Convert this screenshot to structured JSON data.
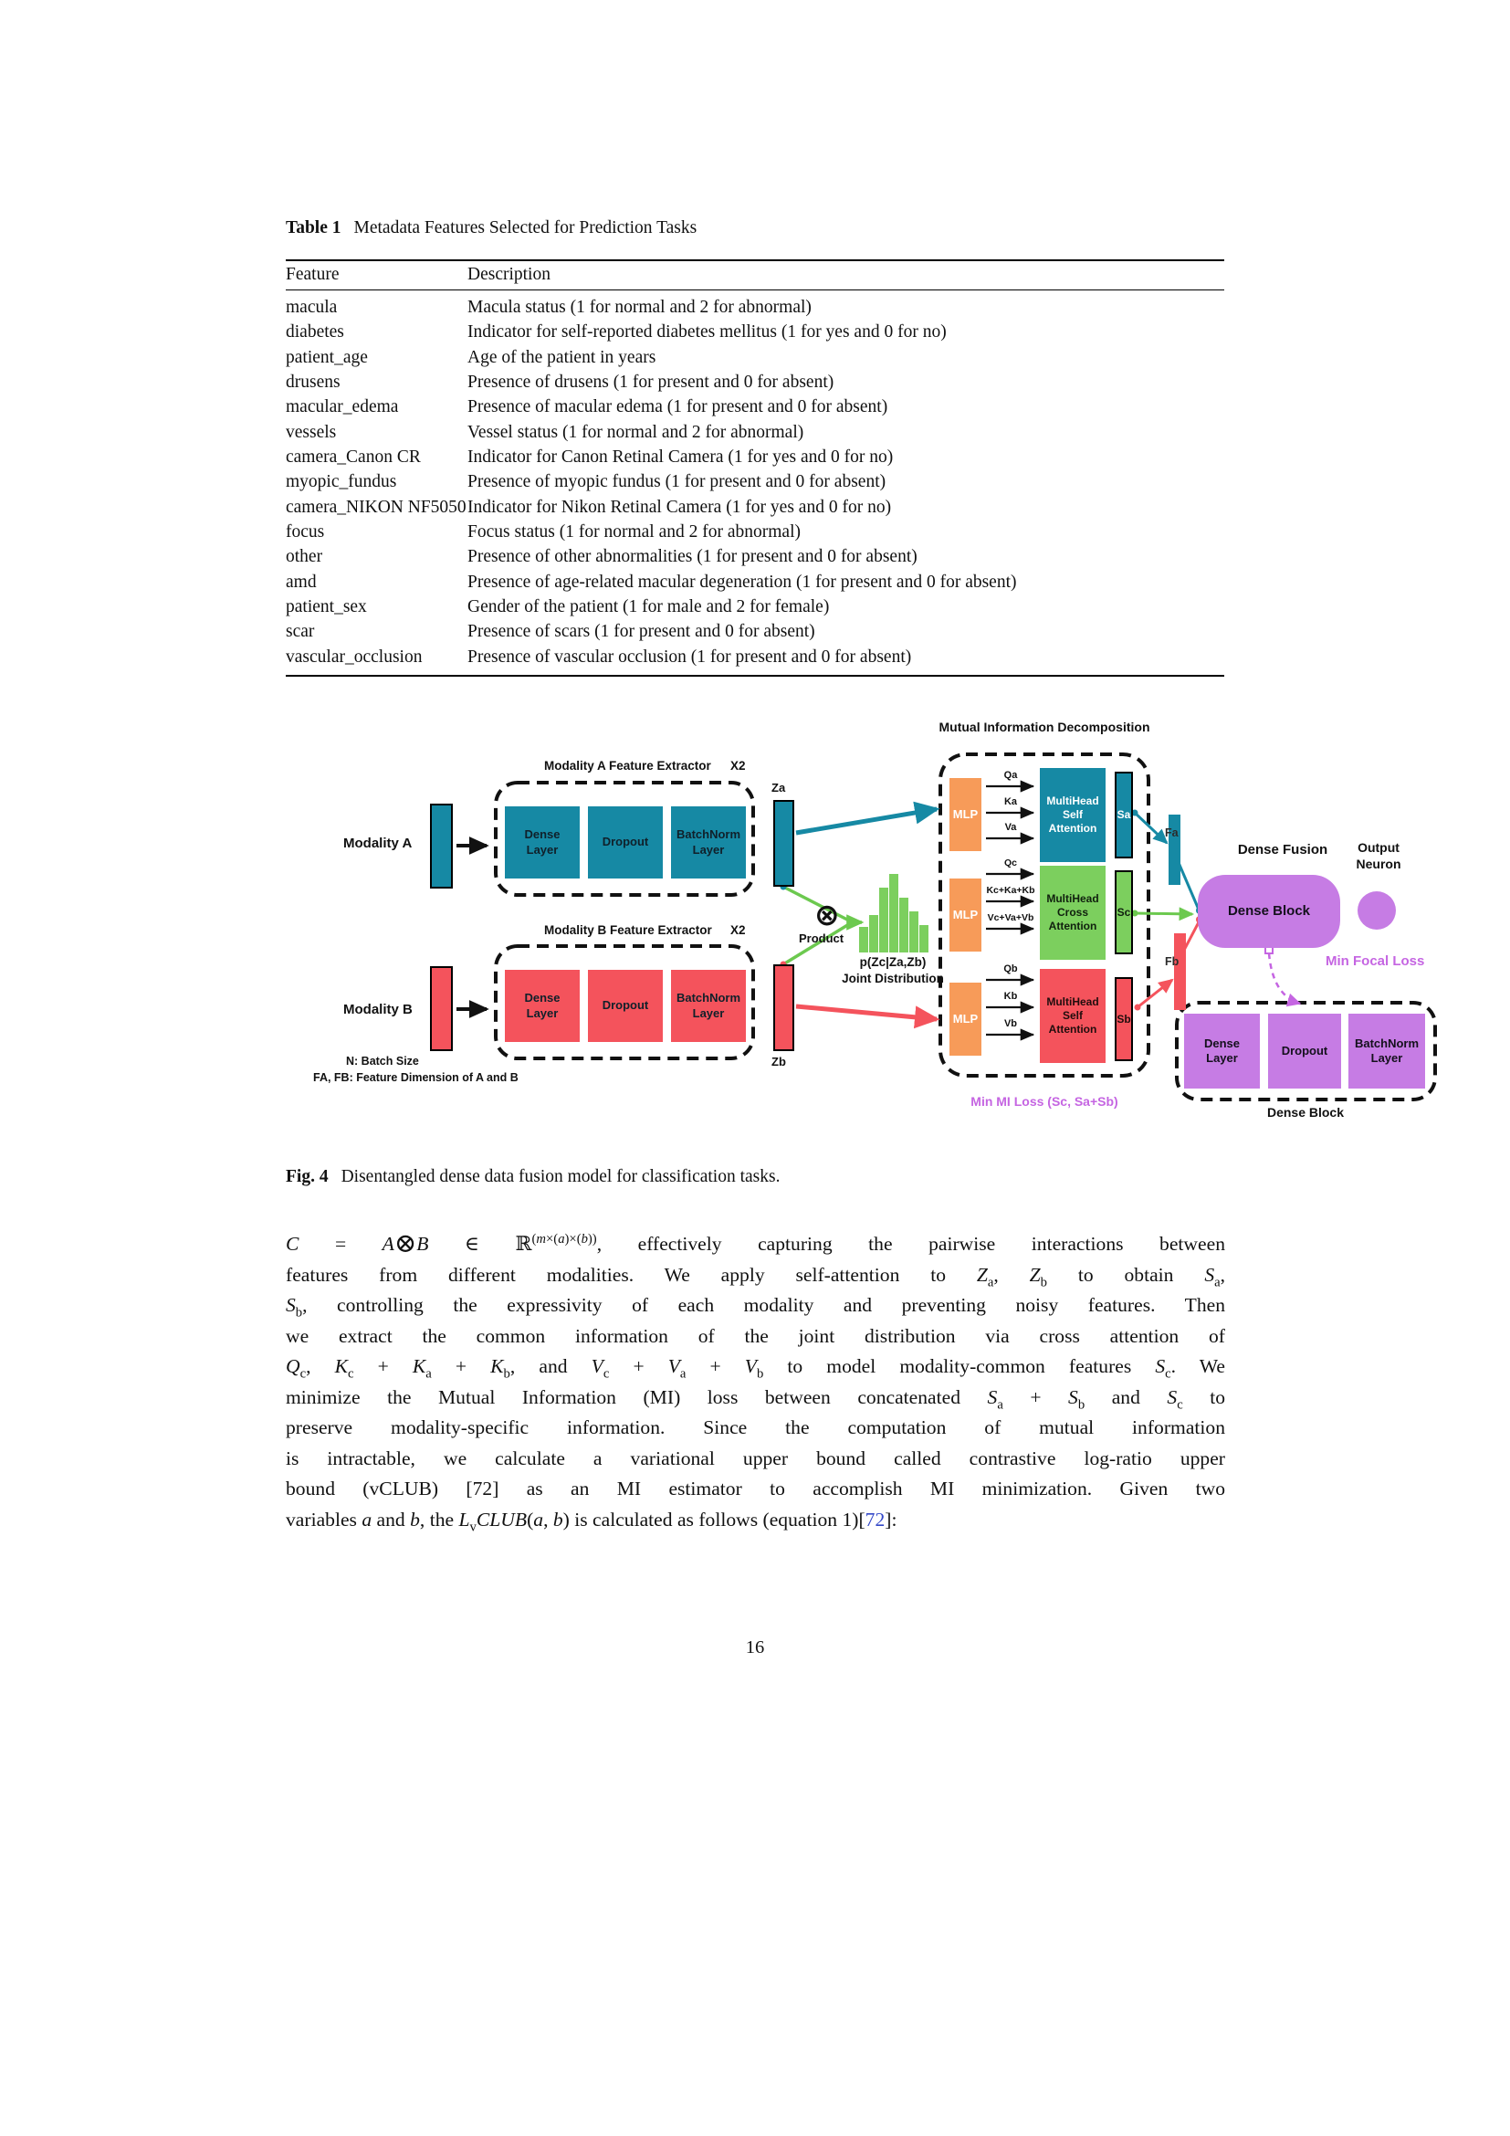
{
  "page": {
    "number": "16"
  },
  "table": {
    "label": "Table 1",
    "caption": "Metadata Features Selected for Prediction Tasks",
    "columns": [
      "Feature",
      "Description"
    ],
    "rows": [
      [
        "macula",
        "Macula status (1 for normal and 2 for abnormal)"
      ],
      [
        "diabetes",
        "Indicator for self-reported diabetes mellitus (1 for yes and 0 for no)"
      ],
      [
        "patient_age",
        "Age of the patient in years"
      ],
      [
        "drusens",
        "Presence of drusens (1 for present and 0 for absent)"
      ],
      [
        "macular_edema",
        "Presence of macular edema (1 for present and 0 for absent)"
      ],
      [
        "vessels",
        "Vessel status (1 for normal and 2 for abnormal)"
      ],
      [
        "camera_Canon CR",
        "Indicator for Canon Retinal Camera (1 for yes and 0 for no)"
      ],
      [
        "myopic_fundus",
        "Presence of myopic fundus (1 for present and 0 for absent)"
      ],
      [
        "camera_NIKON NF5050",
        "Indicator for Nikon Retinal Camera (1 for yes and 0 for no)"
      ],
      [
        "focus",
        "Focus status (1 for normal and 2 for abnormal)"
      ],
      [
        "other",
        "Presence of other abnormalities (1 for present and 0 for absent)"
      ],
      [
        "amd",
        "Presence of age-related macular degeneration (1 for present and 0 for absent)"
      ],
      [
        "patient_sex",
        "Gender of the patient (1 for male and 2 for female)"
      ],
      [
        "scar",
        "Presence of scars (1 for present and 0 for absent)"
      ],
      [
        "vascular_occlusion",
        "Presence of vascular occlusion (1 for present and 0 for absent)"
      ]
    ]
  },
  "figure": {
    "title_mid": "Mutual Information Decomposition",
    "colors": {
      "teal": "#1689a4",
      "red": "#f4535c",
      "green": "#7ccf5e",
      "orange": "#f79b59",
      "purple": "#c67ce4",
      "loss": "#c565e2",
      "link": "#3448c8",
      "line-green": "#6cc94f"
    },
    "modality_a": {
      "label": "Modality A",
      "extractor_title": "Modality A Feature Extractor",
      "x2": "X2",
      "layers": [
        "Dense\nLayer",
        "Dropout",
        "BatchNorm\nLayer"
      ],
      "z_label": "Za"
    },
    "modality_b": {
      "label": "Modality B",
      "extractor_title": "Modality B Feature Extractor",
      "x2": "X2",
      "layers": [
        "Dense\nLayer",
        "Dropout",
        "BatchNorm\nLayer"
      ],
      "z_label": "Zb"
    },
    "legend": [
      "N: Batch Size",
      "FA, FB: Feature Dimension of A and B"
    ],
    "product_symbol": "⊗",
    "product_label": "Product",
    "joint": {
      "formula": "p(Zc|Za,Zb)",
      "label": "Joint Distribution",
      "bars": [
        85,
        125,
        215,
        260,
        180,
        135,
        90
      ]
    },
    "mid_groups": [
      {
        "mlp": "MLP",
        "qkv": [
          "Qa",
          "Ka",
          "Va"
        ],
        "attn": "MultiHead\nSelf\nAttention",
        "s": "Sa"
      },
      {
        "mlp": "MLP",
        "qkv": [
          "Qc",
          "Kc+Ka+Kb",
          "Vc+Va+Vb"
        ],
        "attn": "MultiHead\nCross\nAttention",
        "s": "Sc"
      },
      {
        "mlp": "MLP",
        "qkv": [
          "Qb",
          "Kb",
          "Vb"
        ],
        "attn": "MultiHead\nSelf\nAttention",
        "s": "Sb"
      }
    ],
    "f_labels": [
      "Fa",
      "Fb"
    ],
    "mi_loss": "Min MI Loss (Sc, Sa+Sb)",
    "fusion": {
      "title": "Dense Fusion",
      "block": "Dense Block",
      "output": "Output\nNeuron",
      "focal_loss": "Min Focal Loss"
    },
    "dense_detail": {
      "layers": [
        "Dense\nLayer",
        "Dropout",
        "BatchNorm\nLayer"
      ],
      "caption": "Dense Block"
    }
  },
  "fig_caption": {
    "label": "Fig. 4",
    "text": "Disentangled dense data fusion model for classification tasks."
  },
  "paragraph": {
    "lines": [
      "*C* = *A*⊗*B* ∈ ℝ^{(*m*×(*a*)×(*b*))}, effectively capturing the pairwise interactions between",
      "features from different modalities. We apply self-attention to *Z*~a~, *Z*~b~ to obtain *S*~a~,",
      "*S*~b~, controlling the expressivity of each modality and preventing noisy features. Then",
      "we extract the common information of the joint distribution via cross attention of",
      "*Q*~c~, *K*~c~ + *K*~a~ + *K*~b~, and *V*~c~ + *V*~a~ + *V*~b~ to model modality-common features *S*~c~. We",
      "minimize the Mutual Information (MI) loss between concatenated *S*~a~ + *S*~b~ and *S*~c~ to",
      "preserve modality-specific information. Since the computation of mutual information",
      "is intractable, we calculate a variational upper bound called contrastive log-ratio upper",
      "bound (vCLUB) [72] as an MI estimator to accomplish MI minimization. Given two",
      "variables *a* and *b*, the *L*~v~*CLUB*(*a*, *b*) is calculated as follows (equation 1)[[72]]:"
    ]
  }
}
